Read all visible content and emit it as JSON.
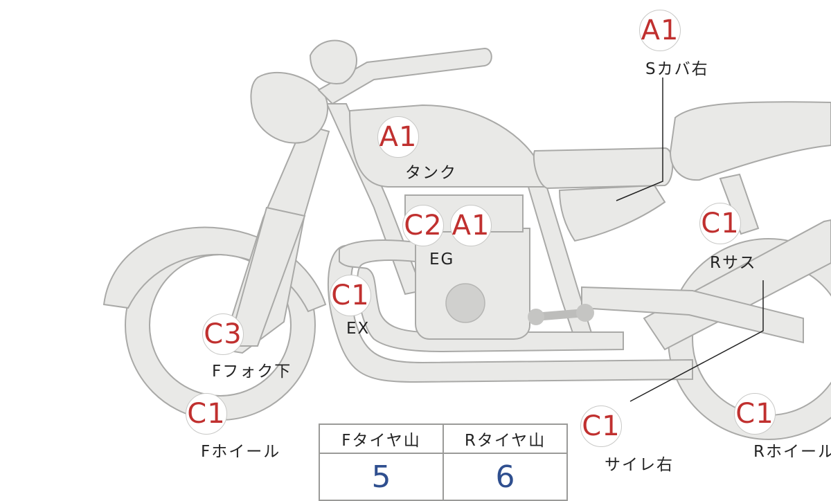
{
  "colors": {
    "badge_text": "#c0302f",
    "tread_value": "#2f4f8f",
    "part_fill": "#e9e9e7"
  },
  "badges": {
    "seat_cover": "A1",
    "tank": "A1",
    "engine_c": "C2",
    "engine_a": "A1",
    "rear_suspension": "C1",
    "exhaust": "C1",
    "front_fork": "C3",
    "front_wheel": "C1",
    "muffler": "C1",
    "rear_wheel": "C1"
  },
  "labels": {
    "seat_cover": "Sカバ右",
    "tank": "タンク",
    "engine": "EG",
    "rear_suspension": "Rサス",
    "exhaust": "EX",
    "front_fork": "Fフォク下",
    "front_wheel": "Fホイール",
    "muffler": "サイレ右",
    "rear_wheel": "Rホイール"
  },
  "tread_table": {
    "front_header": "Fタイヤ山",
    "rear_header": "Rタイヤ山",
    "front_value": "5",
    "rear_value": "6"
  }
}
